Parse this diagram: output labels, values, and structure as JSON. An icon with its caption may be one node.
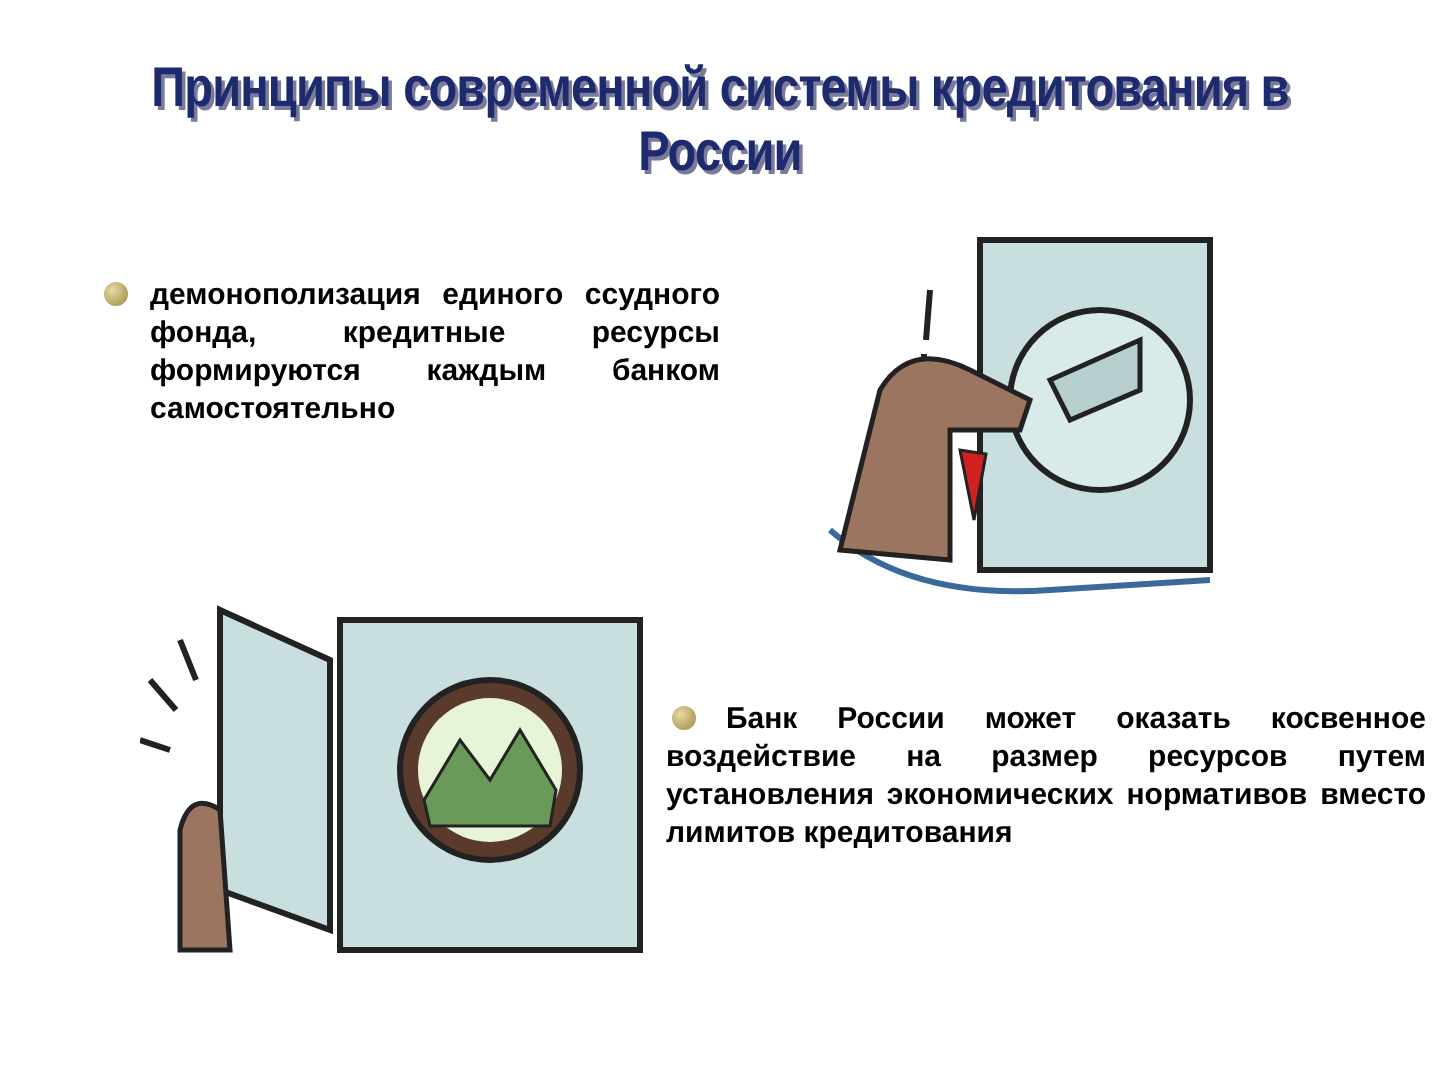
{
  "diagram": {
    "title": "Принципы современной системы кредитования в России",
    "labels": [
      "демонополизация единого ссудного фонда, кредитные ресурсы формируются каждым банком самостоятельно",
      "Банк России может оказать косвенное воздействие на размер ресурсов путем установления экономических нормативов вместо лимитов кредитования"
    ]
  }
}
